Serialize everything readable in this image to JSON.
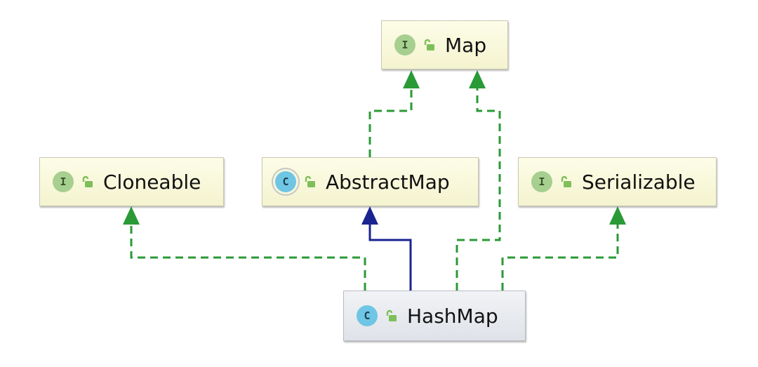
{
  "diagram": {
    "nodes": [
      {
        "id": "map",
        "kind": "interface",
        "badge": "I",
        "name": "Map",
        "selected": false
      },
      {
        "id": "cloneable",
        "kind": "interface",
        "badge": "I",
        "name": "Cloneable",
        "selected": false
      },
      {
        "id": "abstractmap",
        "kind": "abstract",
        "badge": "C",
        "name": "AbstractMap",
        "selected": false
      },
      {
        "id": "serializable",
        "kind": "interface",
        "badge": "I",
        "name": "Serializable",
        "selected": false
      },
      {
        "id": "hashmap",
        "kind": "class",
        "badge": "C",
        "name": "HashMap",
        "selected": true
      }
    ],
    "edges": [
      {
        "from": "hashmap",
        "to": "cloneable",
        "relation": "implements"
      },
      {
        "from": "hashmap",
        "to": "abstractmap",
        "relation": "extends"
      },
      {
        "from": "hashmap",
        "to": "map",
        "relation": "implements"
      },
      {
        "from": "hashmap",
        "to": "serializable",
        "relation": "implements"
      },
      {
        "from": "abstractmap",
        "to": "map",
        "relation": "implements"
      }
    ],
    "colors": {
      "implements": "#2a9a36",
      "extends": "#1a2490",
      "interface_badge": "#a7cf8f",
      "class_badge": "#6ec6e4",
      "lock": "#7fbf5a"
    }
  }
}
